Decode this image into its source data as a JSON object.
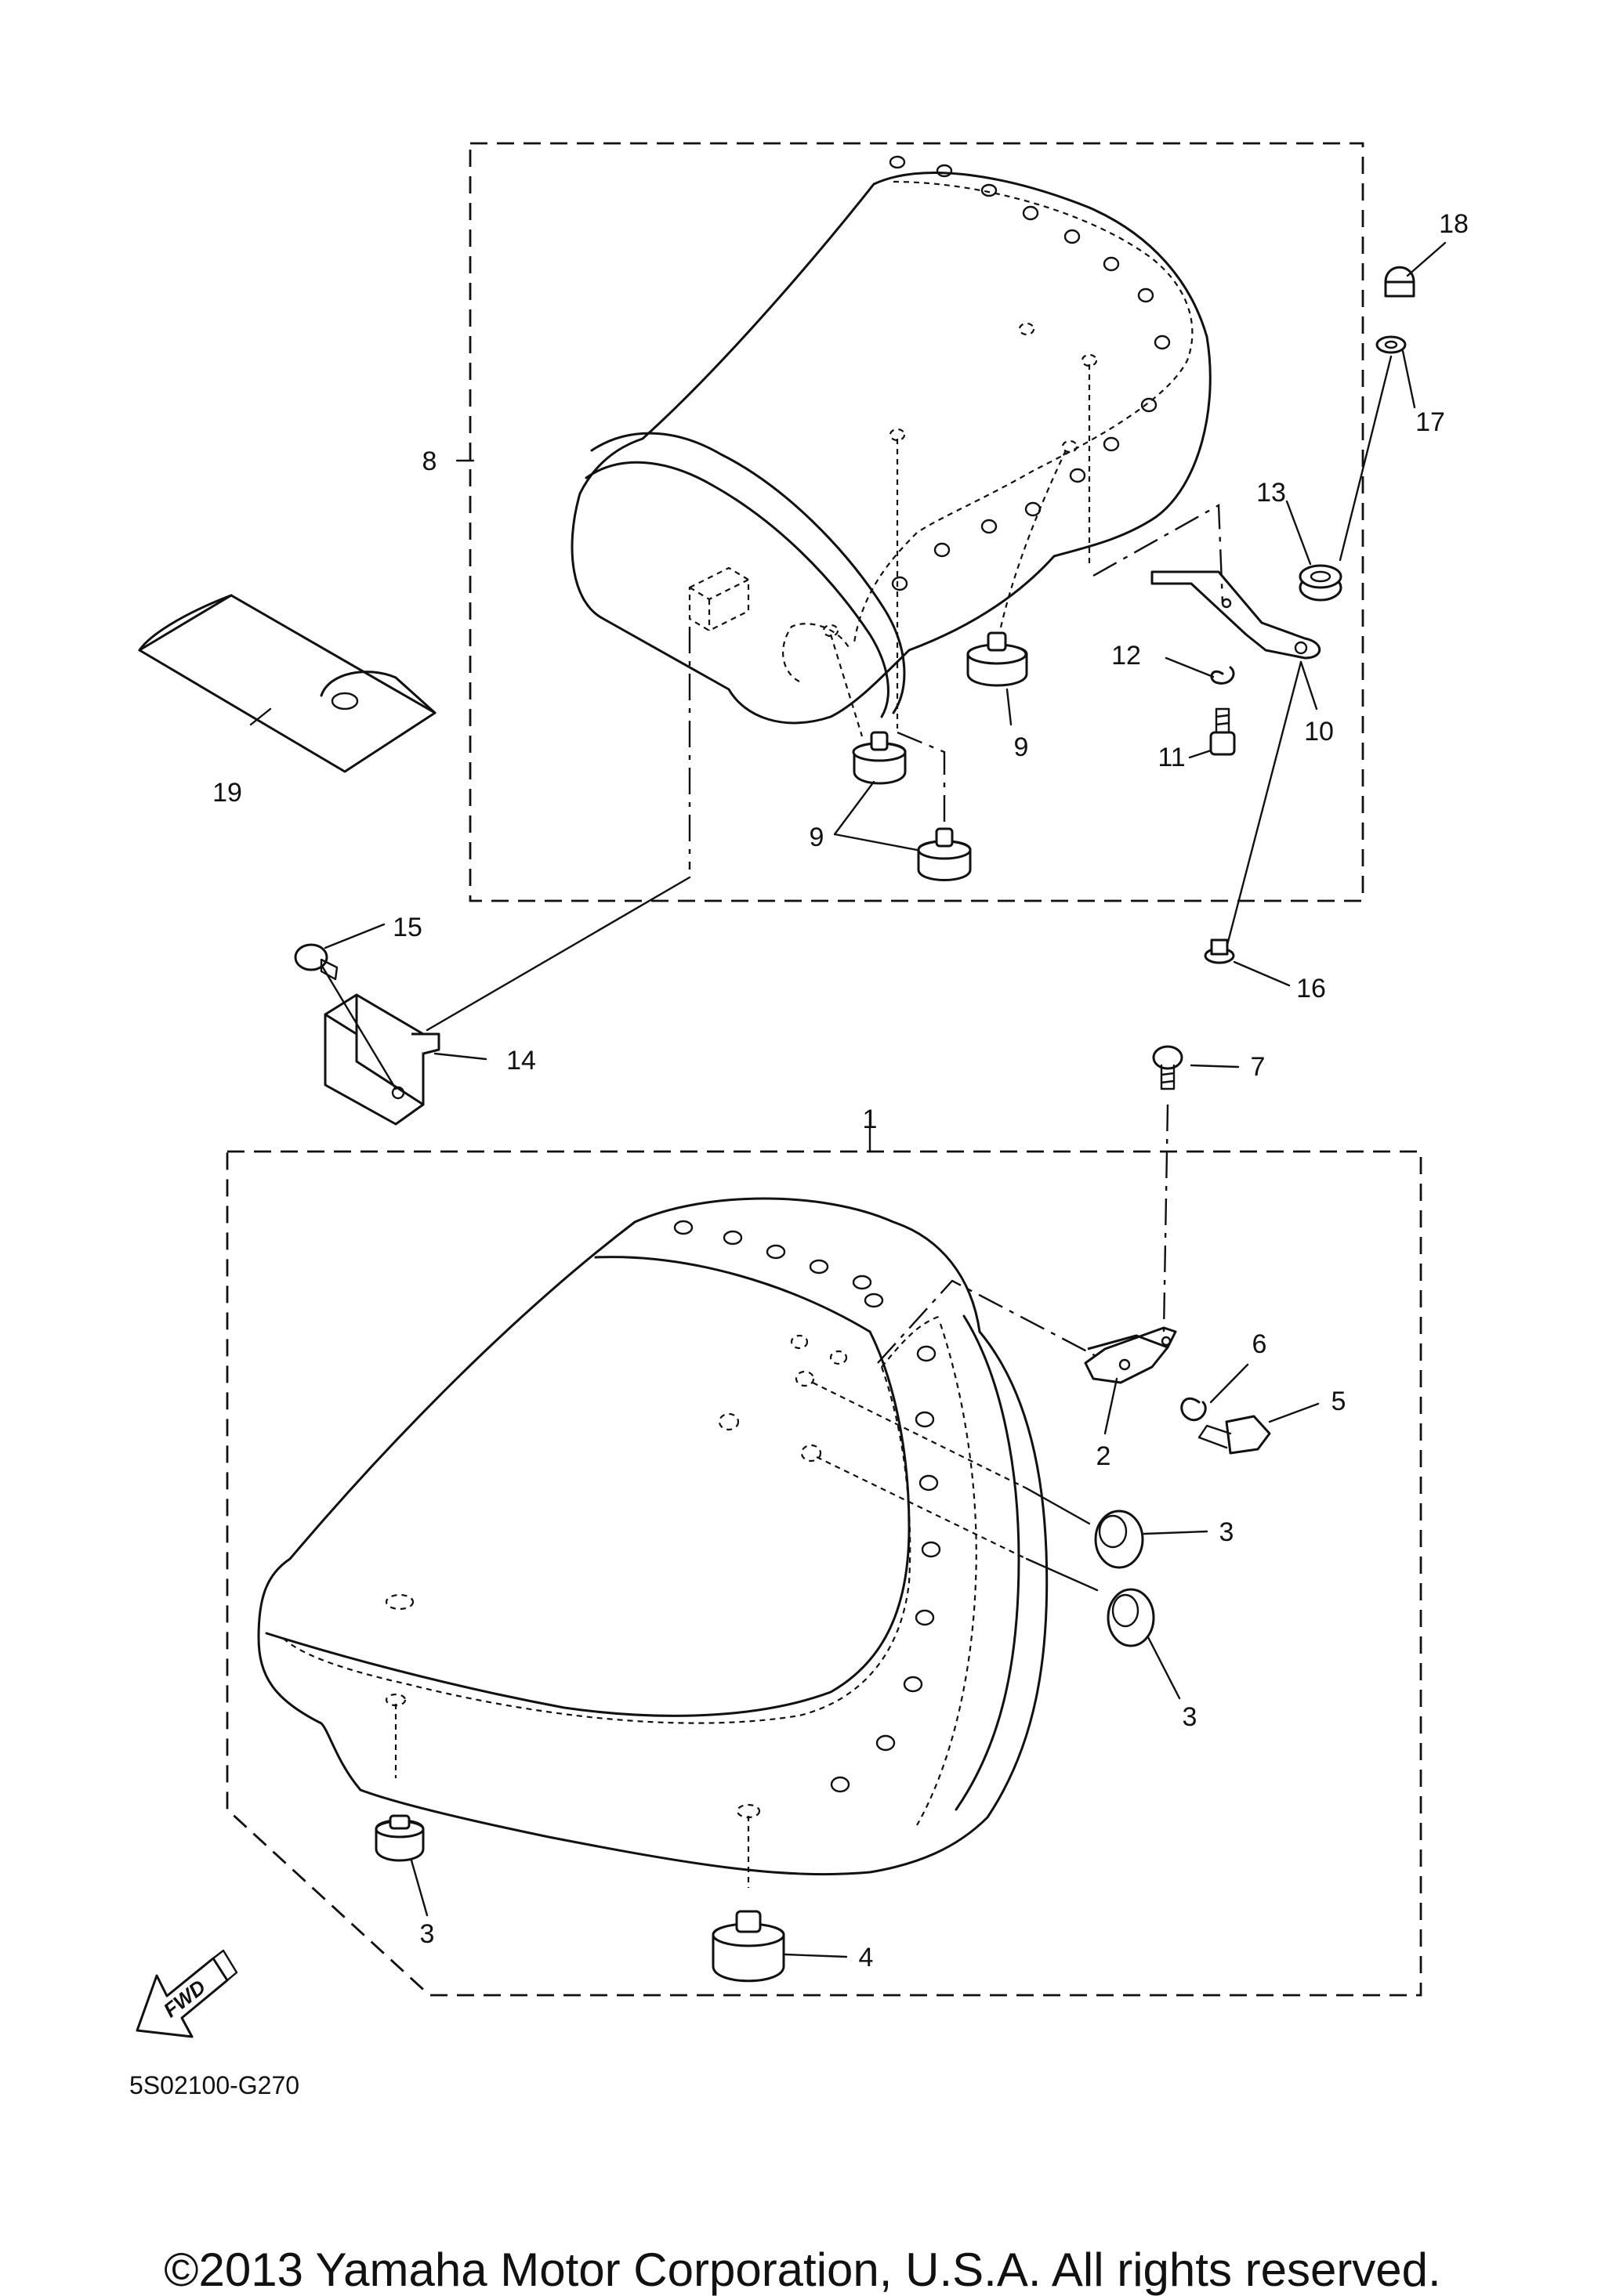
{
  "diagram": {
    "part_code": "5S02100-G270",
    "fwd_label": "FWD",
    "copyright": "©2013 Yamaha Motor Corporation, U.S.A. All rights reserved.",
    "callouts": {
      "c1": "1",
      "c2": "2",
      "c3a": "3",
      "c3b": "3",
      "c3c": "3",
      "c4": "4",
      "c5": "5",
      "c6": "6",
      "c7": "7",
      "c8": "8",
      "c9a": "9",
      "c9b": "9",
      "c10": "10",
      "c11": "11",
      "c12": "12",
      "c13": "13",
      "c14": "14",
      "c15": "15",
      "c16": "16",
      "c17": "17",
      "c18": "18",
      "c19": "19"
    }
  }
}
